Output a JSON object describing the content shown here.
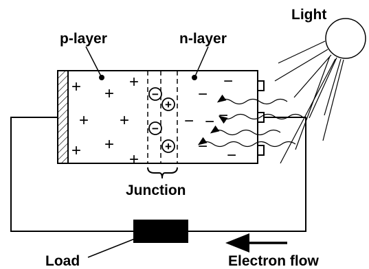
{
  "labels": {
    "light": "Light",
    "p_layer": "p-layer",
    "n_layer": "n-layer",
    "junction": "Junction",
    "load": "Load",
    "electron_flow": "Electron flow"
  },
  "symbols": {
    "plus": "+",
    "minus": "−",
    "hole": "+",
    "electron": "−"
  }
}
